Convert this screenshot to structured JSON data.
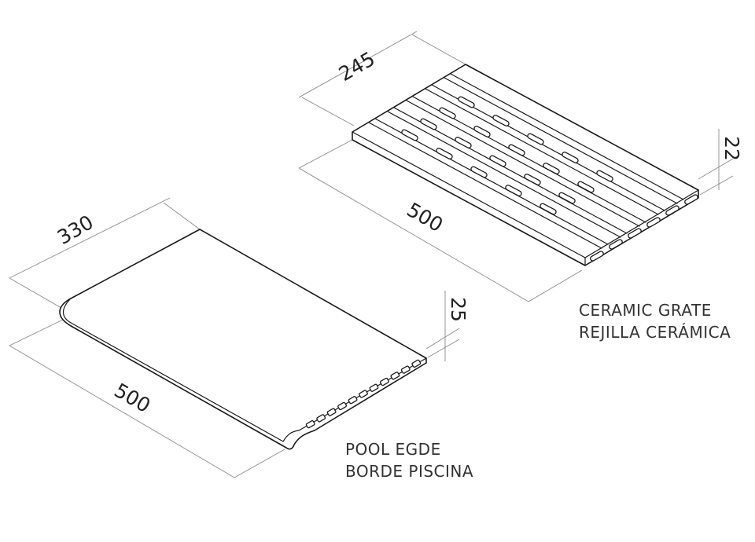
{
  "grate": {
    "dim_width": "245",
    "dim_length": "500",
    "dim_height": "22",
    "caption_en": "CERAMIC GRATE",
    "caption_es": "REJILLA CERÁMICA"
  },
  "pool_edge": {
    "dim_width": "330",
    "dim_length": "500",
    "dim_height": "25",
    "caption_en": "POOL EGDE",
    "caption_es": "BORDE PISCINA"
  }
}
